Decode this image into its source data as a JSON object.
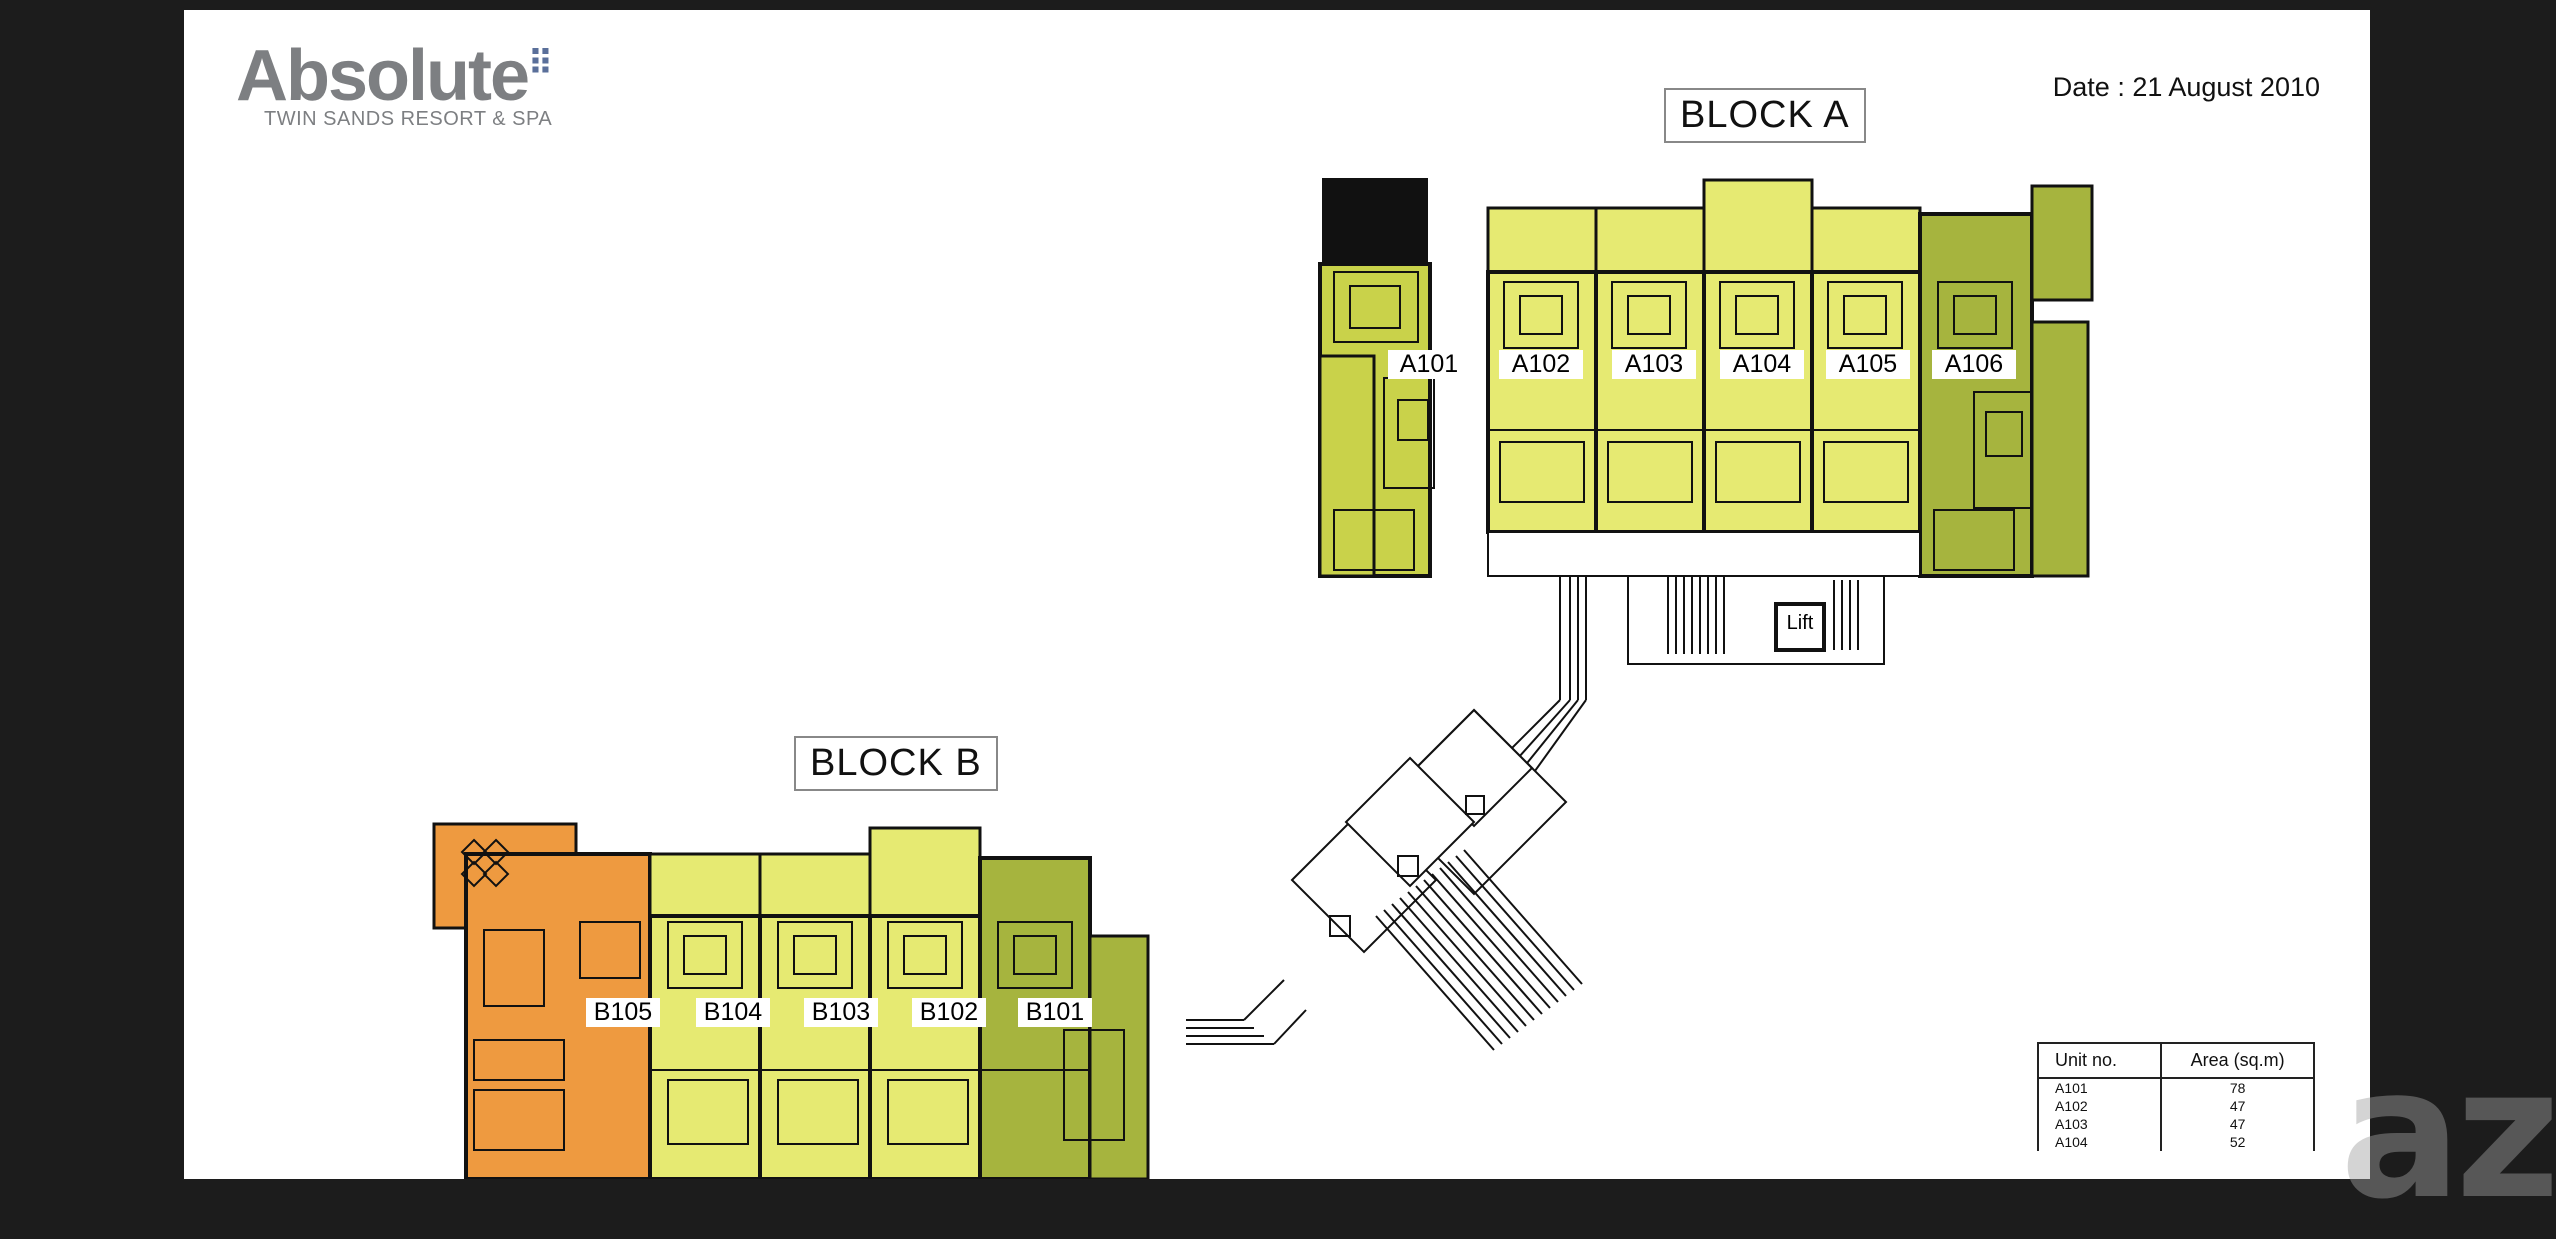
{
  "header": {
    "logo_text": "Absolute",
    "logo_subtitle": "TWIN SANDS RESORT & SPA",
    "date": "Date  : 21 August 2010"
  },
  "blocks": {
    "a": {
      "title": "BLOCK  A",
      "units": [
        "A101",
        "A102",
        "A103",
        "A104",
        "A105",
        "A106"
      ],
      "lift_label": "Lift"
    },
    "b": {
      "title": "BLOCK  B",
      "units": [
        "B105",
        "B104",
        "B103",
        "B102",
        "B101"
      ]
    }
  },
  "unit_table": {
    "headers": [
      "Unit no.",
      "Area (sq.m)"
    ],
    "rows": [
      [
        "A101",
        "78"
      ],
      [
        "A102",
        "47"
      ],
      [
        "A103",
        "47"
      ],
      [
        "A104",
        "52"
      ]
    ]
  },
  "watermark": "az",
  "colors": {
    "unit_light": "#e6ea72",
    "unit_mid": "#c9d24a",
    "unit_olive": "#a6b43e",
    "unit_orange": "#ee9a40",
    "background": "#1c1c1c",
    "sheet": "#ffffff"
  }
}
